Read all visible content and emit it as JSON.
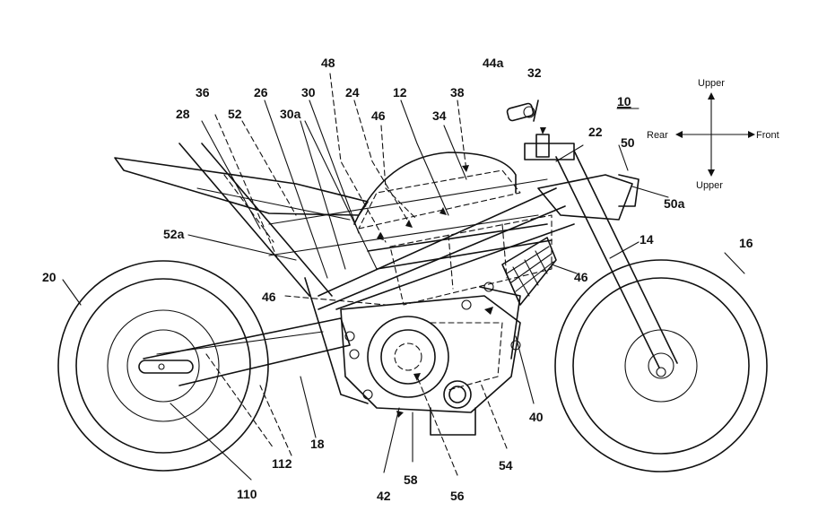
{
  "figure_ref": "10",
  "direction_labels": {
    "top": "Upper",
    "bottom": "Upper",
    "left": "Rear",
    "right": "Front"
  },
  "labels": {
    "n12": "12",
    "n14": "14",
    "n16": "16",
    "n18": "18",
    "n20": "20",
    "n22": "22",
    "n24": "24",
    "n26": "26",
    "n28": "28",
    "n30": "30",
    "n30a": "30a",
    "n32": "32",
    "n34": "34",
    "n36": "36",
    "n38": "38",
    "n40": "40",
    "n42": "42",
    "n44a": "44a",
    "n46a": "46",
    "n46b": "46",
    "n46c": "46",
    "n48": "48",
    "n50": "50",
    "n50a": "50a",
    "n52": "52",
    "n52a": "52a",
    "n54": "54",
    "n56": "56",
    "n58": "58",
    "n110": "110",
    "n112": "112"
  }
}
